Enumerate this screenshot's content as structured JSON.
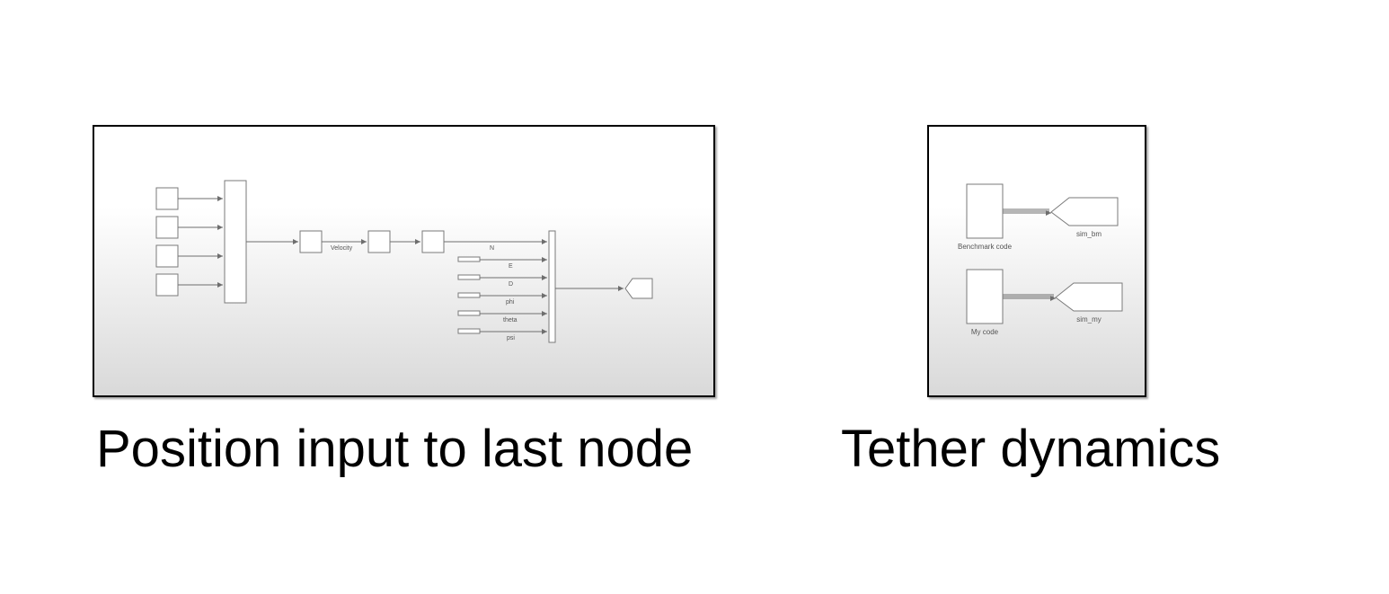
{
  "subsystems": [
    {
      "caption": "Position input to last node",
      "signal_labels": {
        "velocity": "Velocity",
        "n": "N",
        "e": "E",
        "d": "D",
        "phi": "phi",
        "theta": "theta",
        "psi": "psi"
      }
    },
    {
      "caption": "Tether dynamics",
      "block_labels": {
        "benchmark": "Benchmark code",
        "sim_bm": "sim_bm",
        "my_code": "My code",
        "sim_my": "sim_my"
      }
    }
  ],
  "colors": {
    "frame": "#000000",
    "wire": "#6e6e6e",
    "block_stroke": "#7a7a7a",
    "gradient_bottom": "#d9d9d9"
  }
}
